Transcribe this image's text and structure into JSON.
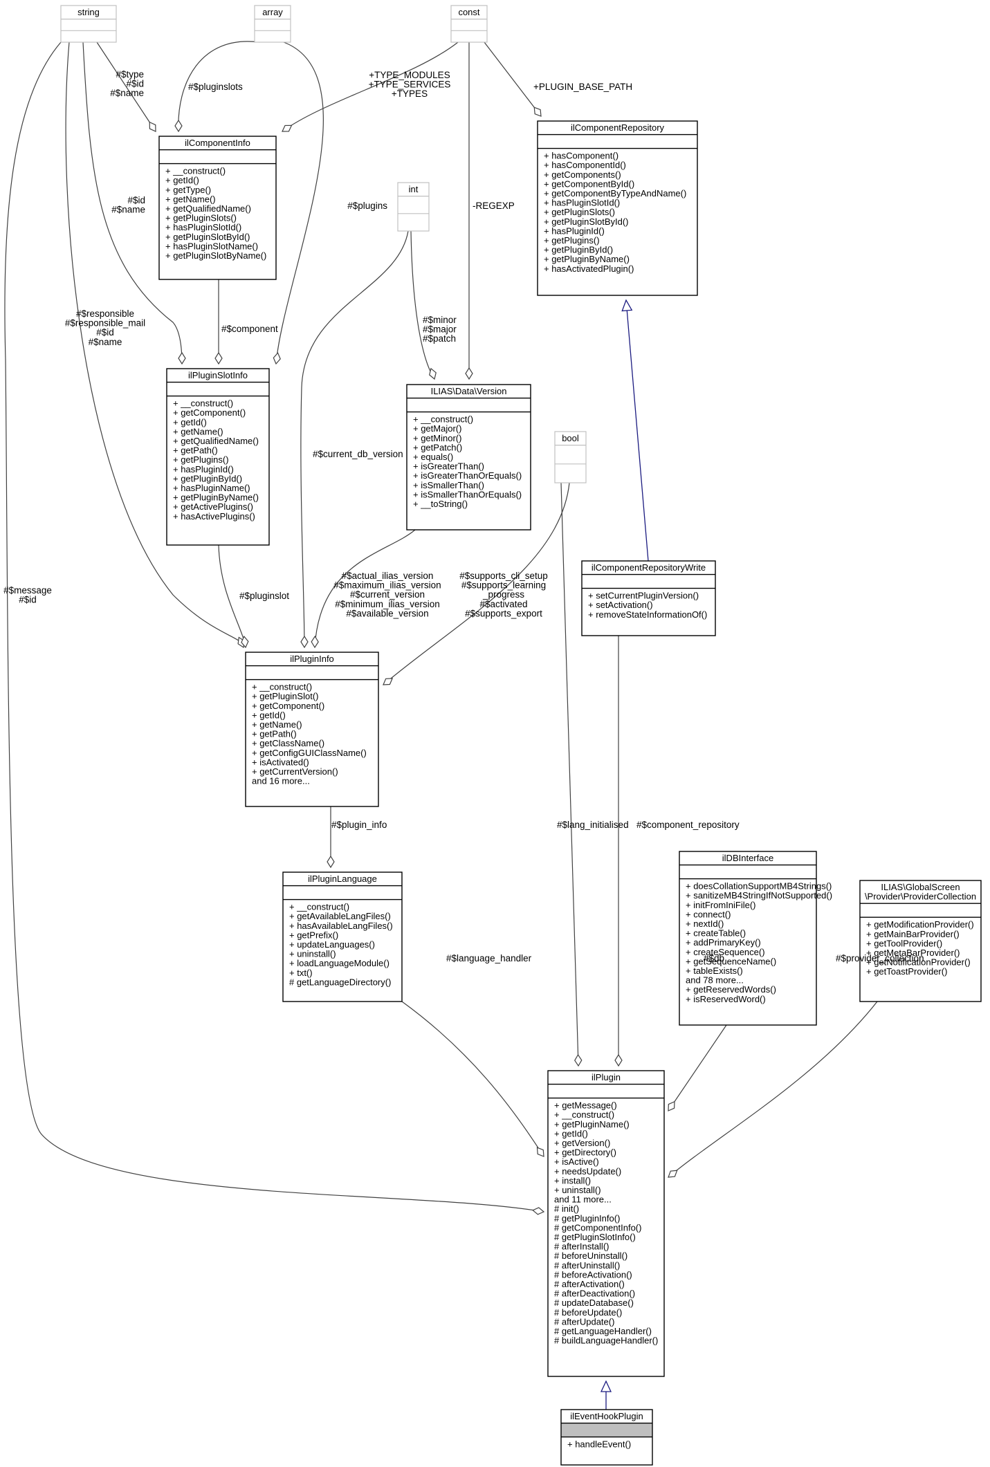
{
  "diagram": {
    "classes": [
      {
        "id": "string",
        "title": "string",
        "faint": true,
        "members": []
      },
      {
        "id": "array",
        "title": "array",
        "faint": true,
        "members": []
      },
      {
        "id": "const",
        "title": "const",
        "faint": true,
        "members": []
      },
      {
        "id": "int",
        "title": "int",
        "faint": true,
        "members": []
      },
      {
        "id": "bool",
        "title": "bool",
        "faint": true,
        "members": []
      },
      {
        "id": "ilComponentRepository",
        "title": "ilComponentRepository",
        "members": [
          "+ hasComponent()",
          "+ hasComponentId()",
          "+ getComponents()",
          "+ getComponentById()",
          "+ getComponentByTypeAndName()",
          "+ hasPluginSlotId()",
          "+ getPluginSlots()",
          "+ getPluginSlotById()",
          "+ hasPluginId()",
          "+ getPlugins()",
          "+ getPluginById()",
          "+ getPluginByName()",
          "+ hasActivatedPlugin()"
        ]
      },
      {
        "id": "ilComponentInfo",
        "title": "ilComponentInfo",
        "members": [
          "+ __construct()",
          "+ getId()",
          "+ getType()",
          "+ getName()",
          "+ getQualifiedName()",
          "+ getPluginSlots()",
          "+ hasPluginSlotId()",
          "+ getPluginSlotById()",
          "+ hasPluginSlotName()",
          "+ getPluginSlotByName()"
        ]
      },
      {
        "id": "ilPluginSlotInfo",
        "title": "ilPluginSlotInfo",
        "members": [
          "+ __construct()",
          "+ getComponent()",
          "+ getId()",
          "+ getName()",
          "+ getQualifiedName()",
          "+ getPath()",
          "+ getPlugins()",
          "+ hasPluginId()",
          "+ getPluginById()",
          "+ hasPluginName()",
          "+ getPluginByName()",
          "+ getActivePlugins()",
          "+ hasActivePlugins()"
        ]
      },
      {
        "id": "Version",
        "title": "ILIAS\\Data\\Version",
        "members": [
          "+ __construct()",
          "+ getMajor()",
          "+ getMinor()",
          "+ getPatch()",
          "+ equals()",
          "+ isGreaterThan()",
          "+ isGreaterThanOrEquals()",
          "+ isSmallerThan()",
          "+ isSmallerThanOrEquals()",
          "+ __toString()"
        ]
      },
      {
        "id": "ilComponentRepositoryWrite",
        "title": "ilComponentRepositoryWrite",
        "members": [
          "+ setCurrentPluginVersion()",
          "+ setActivation()",
          "+ removeStateInformationOf()"
        ]
      },
      {
        "id": "ilPluginInfo",
        "title": "ilPluginInfo",
        "members": [
          "+ __construct()",
          "+ getPluginSlot()",
          "+ getComponent()",
          "+ getId()",
          "+ getName()",
          "+ getPath()",
          "+ getClassName()",
          "+ getConfigGUIClassName()",
          "+ isActivated()",
          "+ getCurrentVersion()",
          "and 16 more..."
        ]
      },
      {
        "id": "ilPluginLanguage",
        "title": "ilPluginLanguage",
        "members": [
          "+ __construct()",
          "+ getAvailableLangFiles()",
          "+ hasAvailableLangFiles()",
          "+ getPrefix()",
          "+ updateLanguages()",
          "+ uninstall()",
          "+ loadLanguageModule()",
          "+ txt()",
          "# getLanguageDirectory()"
        ]
      },
      {
        "id": "ilDBInterface",
        "title": "ilDBInterface",
        "members": [
          "+ doesCollationSupportMB4Strings()",
          "+ sanitizeMB4StringIfNotSupported()",
          "+ initFromIniFile()",
          "+ connect()",
          "+ nextId()",
          "+ createTable()",
          "+ addPrimaryKey()",
          "+ createSequence()",
          "+ getSequenceName()",
          "+ tableExists()",
          "and 78 more...",
          "+ getReservedWords()",
          "+ isReservedWord()"
        ]
      },
      {
        "id": "ProviderCollection",
        "title": [
          "ILIAS\\GlobalScreen",
          "\\Provider\\ProviderCollection"
        ],
        "members": [
          "+ getModificationProvider()",
          "+ getMainBarProvider()",
          "+ getToolProvider()",
          "+ getMetaBarProvider()",
          "+ getNotificationProvider()",
          "+ getToastProvider()"
        ]
      },
      {
        "id": "ilPlugin",
        "title": "ilPlugin",
        "members": [
          "+ getMessage()",
          "+ __construct()",
          "+ getPluginName()",
          "+ getId()",
          "+ getVersion()",
          "+ getDirectory()",
          "+ isActive()",
          "+ needsUpdate()",
          "+ install()",
          "+ uninstall()",
          "and 11 more...",
          "# init()",
          "# getPluginInfo()",
          "# getComponentInfo()",
          "# getPluginSlotInfo()",
          "# afterInstall()",
          "# beforeUninstall()",
          "# afterUninstall()",
          "# beforeActivation()",
          "# afterActivation()",
          "# afterDeactivation()",
          "# updateDatabase()",
          "# beforeUpdate()",
          "# afterUpdate()",
          "# getLanguageHandler()",
          "# buildLanguageHandler()"
        ]
      },
      {
        "id": "ilEventHookPlugin",
        "title": "ilEventHookPlugin",
        "highlight": true,
        "members": [
          "+ handleEvent()"
        ]
      }
    ],
    "edge_labels": [
      {
        "id": "l1",
        "lines": [
          "#$type",
          "#$id",
          "#$name"
        ]
      },
      {
        "id": "l2",
        "lines": [
          "#$pluginslots"
        ]
      },
      {
        "id": "l3",
        "lines": [
          "+TYPE_MODULES",
          "+TYPE_SERVICES",
          "+TYPES"
        ]
      },
      {
        "id": "l4",
        "lines": [
          "+PLUGIN_BASE_PATH"
        ]
      },
      {
        "id": "l5",
        "lines": [
          "#$id",
          "#$name"
        ]
      },
      {
        "id": "l6",
        "lines": [
          "#$plugins"
        ]
      },
      {
        "id": "l7",
        "lines": [
          "-REGEXP"
        ]
      },
      {
        "id": "l8",
        "lines": [
          "#$responsible",
          "#$responsible_mail",
          "#$id",
          "#$name"
        ]
      },
      {
        "id": "l9",
        "lines": [
          "#$component"
        ]
      },
      {
        "id": "l10",
        "lines": [
          "#$minor",
          "#$major",
          "#$patch"
        ]
      },
      {
        "id": "l11",
        "lines": [
          "#$current_db_version"
        ]
      },
      {
        "id": "l12",
        "lines": [
          "#$message",
          "#$id"
        ]
      },
      {
        "id": "l13",
        "lines": [
          "#$actual_ilias_version",
          "#$maximum_ilias_version",
          "#$current_version",
          "#$minimum_ilias_version",
          "#$available_version"
        ]
      },
      {
        "id": "l14",
        "lines": [
          "#$supports_cli_setup",
          "#$supports_learning",
          "_progress",
          "#$activated",
          "#$supports_export"
        ]
      },
      {
        "id": "l15",
        "lines": [
          "#$pluginslot"
        ]
      },
      {
        "id": "l16",
        "lines": [
          "#$plugin_info"
        ]
      },
      {
        "id": "l17",
        "lines": [
          "#$lang_initialised"
        ]
      },
      {
        "id": "l18",
        "lines": [
          "#$component_repository"
        ]
      },
      {
        "id": "l19",
        "lines": [
          "#$language_handler"
        ]
      },
      {
        "id": "l20",
        "lines": [
          "#$db"
        ]
      },
      {
        "id": "l21",
        "lines": [
          "#$provider_collection"
        ]
      }
    ]
  }
}
